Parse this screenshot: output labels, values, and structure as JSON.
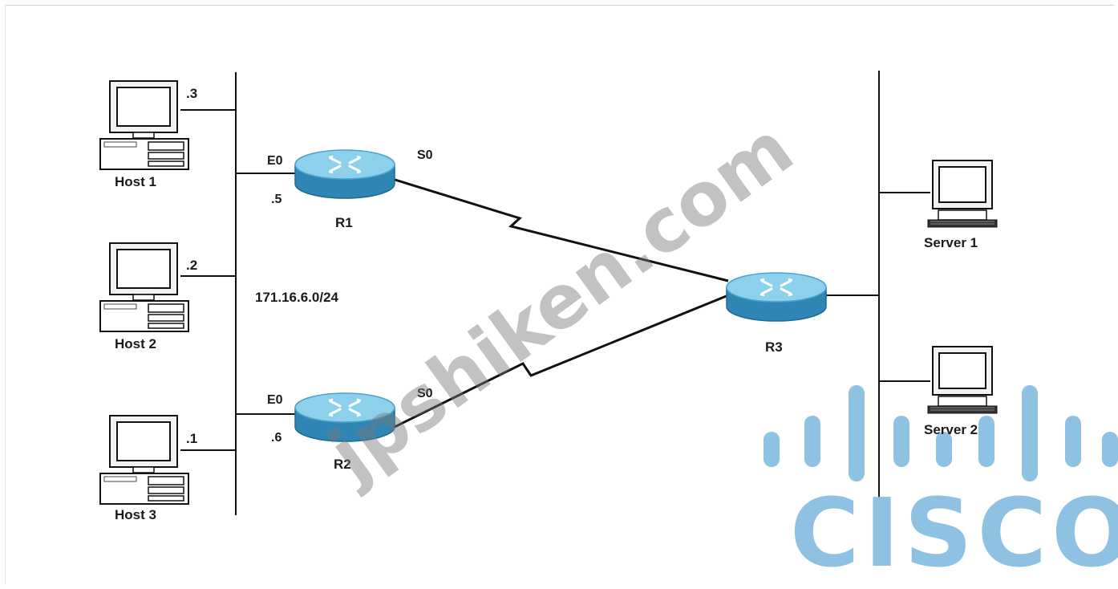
{
  "colors": {
    "router_body": "#3d9bc7",
    "router_top": "#8cd0ec",
    "cisco_blue": "#8fc1e2",
    "watermark": "#9a9a9a",
    "line": "#1a1a1a"
  },
  "hosts": [
    {
      "name": "Host 1",
      "ip_suffix": ".3"
    },
    {
      "name": "Host 2",
      "ip_suffix": ".2"
    },
    {
      "name": "Host 3",
      "ip_suffix": ".1"
    }
  ],
  "network_label": "171.16.6.0/24",
  "routers": [
    {
      "name": "R1",
      "e_iface": "E0",
      "e_ip": ".5",
      "s_iface": "S0"
    },
    {
      "name": "R2",
      "e_iface": "E0",
      "e_ip": ".6",
      "s_iface": "S0"
    },
    {
      "name": "R3"
    }
  ],
  "servers": [
    {
      "name": "Server 1"
    },
    {
      "name": "Server 2"
    }
  ],
  "watermark": "jpshiken.com",
  "logo": {
    "text": "CISCO",
    "icon": "cisco-bars-logo"
  }
}
